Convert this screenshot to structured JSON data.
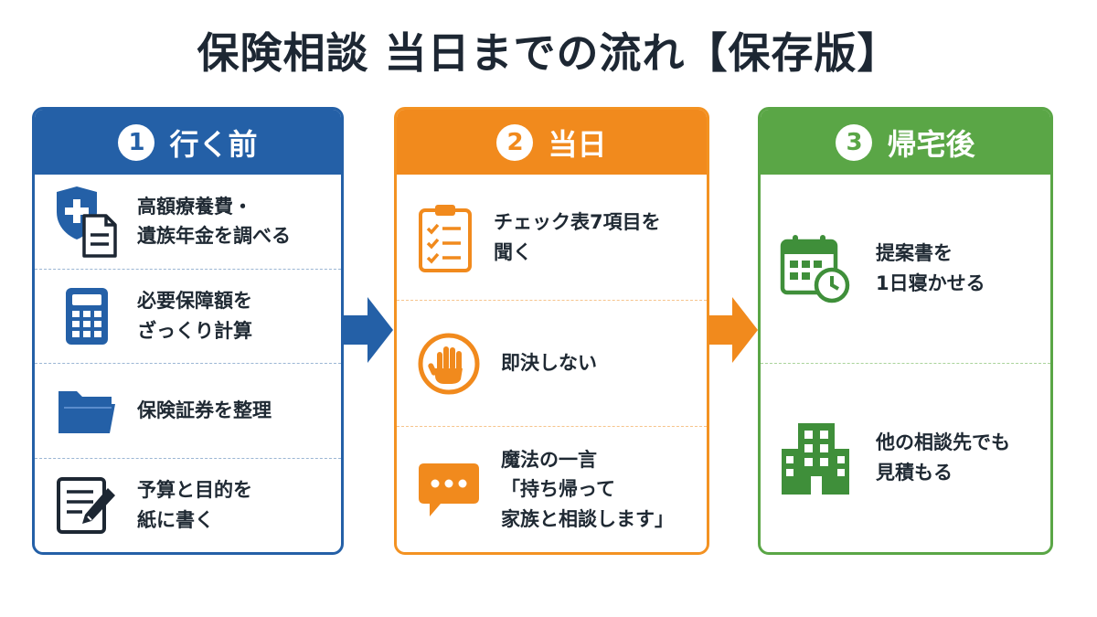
{
  "title": "保険相談 当日までの流れ【保存版】",
  "colors": {
    "blue": "#2460a7",
    "orange": "#f18a1d",
    "green": "#5aa646"
  },
  "steps": [
    {
      "number": "1",
      "heading": "行く前",
      "items": [
        {
          "icon": "shield-document-icon",
          "lines": [
            "高額療養費・",
            "遺族年金を調べる"
          ]
        },
        {
          "icon": "calculator-icon",
          "lines": [
            "必要保障額を",
            "ざっくり計算"
          ]
        },
        {
          "icon": "folder-icon",
          "lines": [
            "保険証券を整理"
          ]
        },
        {
          "icon": "paper-pencil-icon",
          "lines": [
            "予算と目的を",
            "紙に書く"
          ]
        }
      ]
    },
    {
      "number": "2",
      "heading": "当日",
      "items": [
        {
          "icon": "clipboard-checklist-icon",
          "lines": [
            "チェック表7項目を",
            "聞く"
          ]
        },
        {
          "icon": "stop-hand-icon",
          "lines": [
            "即決しない"
          ]
        },
        {
          "icon": "speech-bubble-icon",
          "lines": [
            "魔法の一言",
            "「持ち帰って",
            "家族と相談します」"
          ]
        }
      ]
    },
    {
      "number": "3",
      "heading": "帰宅後",
      "items": [
        {
          "icon": "calendar-clock-icon",
          "lines": [
            "提案書を",
            "1日寝かせる"
          ]
        },
        {
          "icon": "buildings-icon",
          "lines": [
            "他の相談先でも",
            "見積もる"
          ]
        }
      ]
    }
  ]
}
